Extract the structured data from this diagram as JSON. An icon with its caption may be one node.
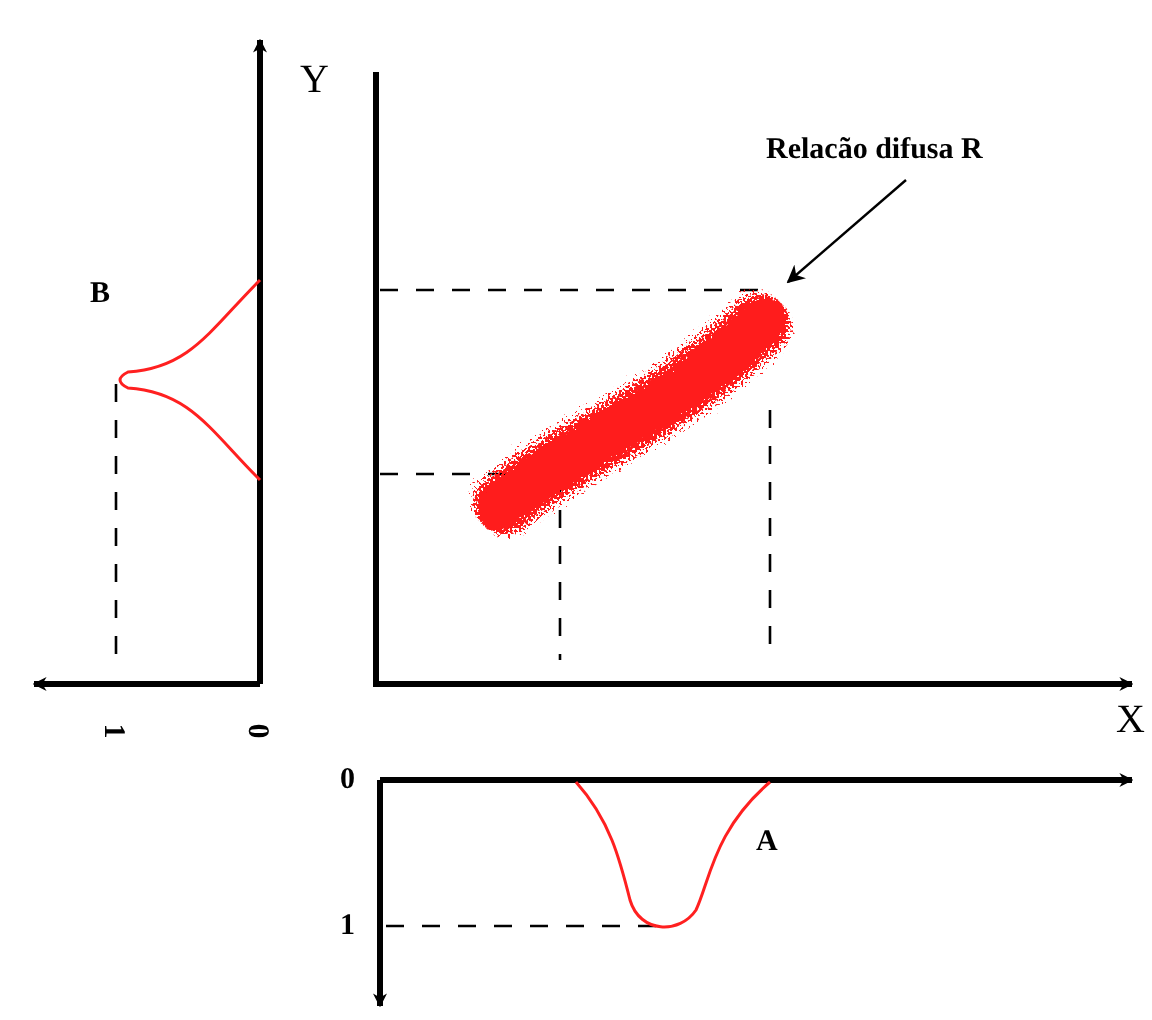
{
  "diagram": {
    "nodes": [
      {
        "text": [
          "Relacão difusa R"
        ]
      },
      {
        "text": [],
        "shape": "cloud"
      }
    ],
    "edges": [
      {
        "from": 0,
        "to": 1,
        "arrow": "to"
      }
    ],
    "labels": [
      "Y",
      "B",
      "1",
      "0",
      "X",
      "0",
      "A",
      "1"
    ]
  }
}
